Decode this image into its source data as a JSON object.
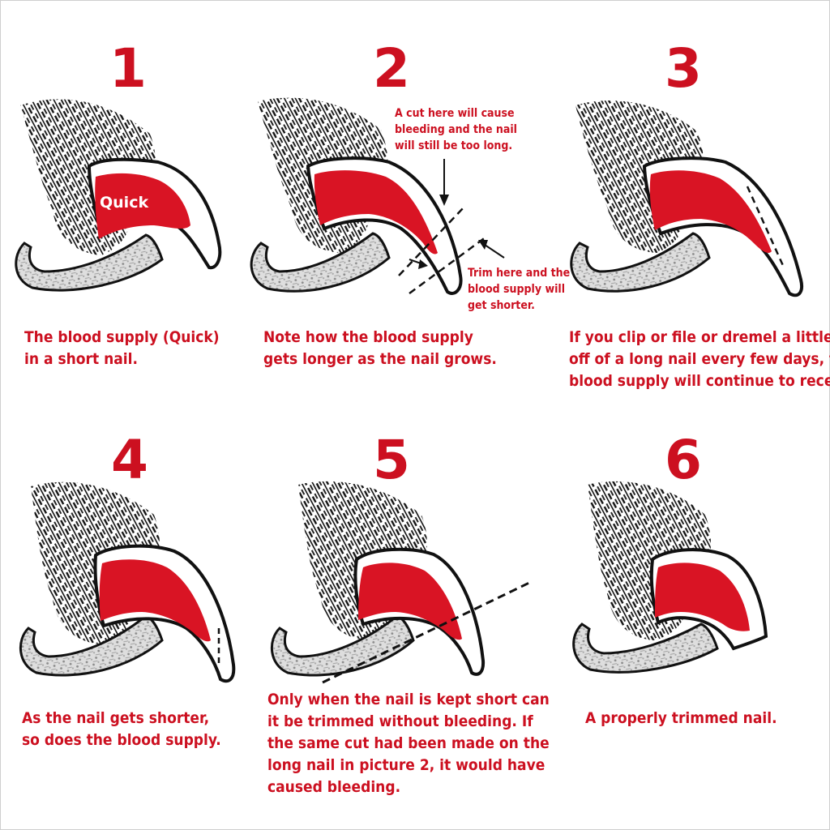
{
  "colors": {
    "accent": "#cc1020",
    "quick": "#d91424",
    "ink": "#111111",
    "toe": "#d9d9d9"
  },
  "panels": [
    {
      "number": "1",
      "caption": [
        "The blood supply (Quick)",
        "in a short nail."
      ]
    },
    {
      "number": "2",
      "caption": [
        "Note how the blood supply",
        "gets longer as the nail grows."
      ]
    },
    {
      "number": "3",
      "caption": [
        "If you clip or file or dremel a little",
        "off of a long nail every few days, the",
        "blood supply will continue to recede."
      ]
    },
    {
      "number": "4",
      "caption": [
        "As the nail gets shorter,",
        "so does the blood supply."
      ]
    },
    {
      "number": "5",
      "caption": [
        "Only when the nail is kept short can",
        "it be trimmed without bleeding. If",
        "the same cut had been made on the",
        "long nail in picture 2, it would have",
        "caused bleeding."
      ]
    },
    {
      "number": "6",
      "caption": [
        "A properly trimmed nail."
      ]
    }
  ],
  "labels": {
    "quick": "Quick"
  },
  "notes": {
    "cut_warning": [
      "A cut here will cause",
      "bleeding and the nail",
      "will still be too long."
    ],
    "trim_advice": [
      "Trim here and the",
      "blood supply will",
      "get shorter."
    ]
  }
}
